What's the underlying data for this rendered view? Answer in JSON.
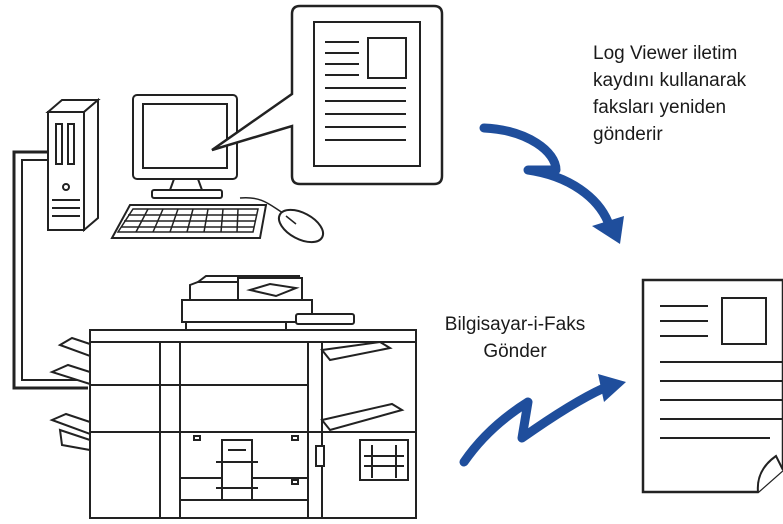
{
  "labels": {
    "log_viewer_resend": [
      "Log Viewer iletim",
      "kaydını kullanarak",
      "faksları yeniden",
      "gönderir"
    ],
    "pc_fax_send": [
      "Bilgisayar-i-Faks",
      "Gönder"
    ]
  },
  "icons": [
    "desktop-computer-icon",
    "monitor-icon",
    "keyboard-icon",
    "mouse-icon",
    "document-callout-icon",
    "multifunction-printer-icon",
    "fax-document-icon",
    "curved-arrow-icon"
  ],
  "colors": {
    "arrow": "#1f4e9c",
    "line": "#1a1a1a",
    "background": "#ffffff"
  }
}
